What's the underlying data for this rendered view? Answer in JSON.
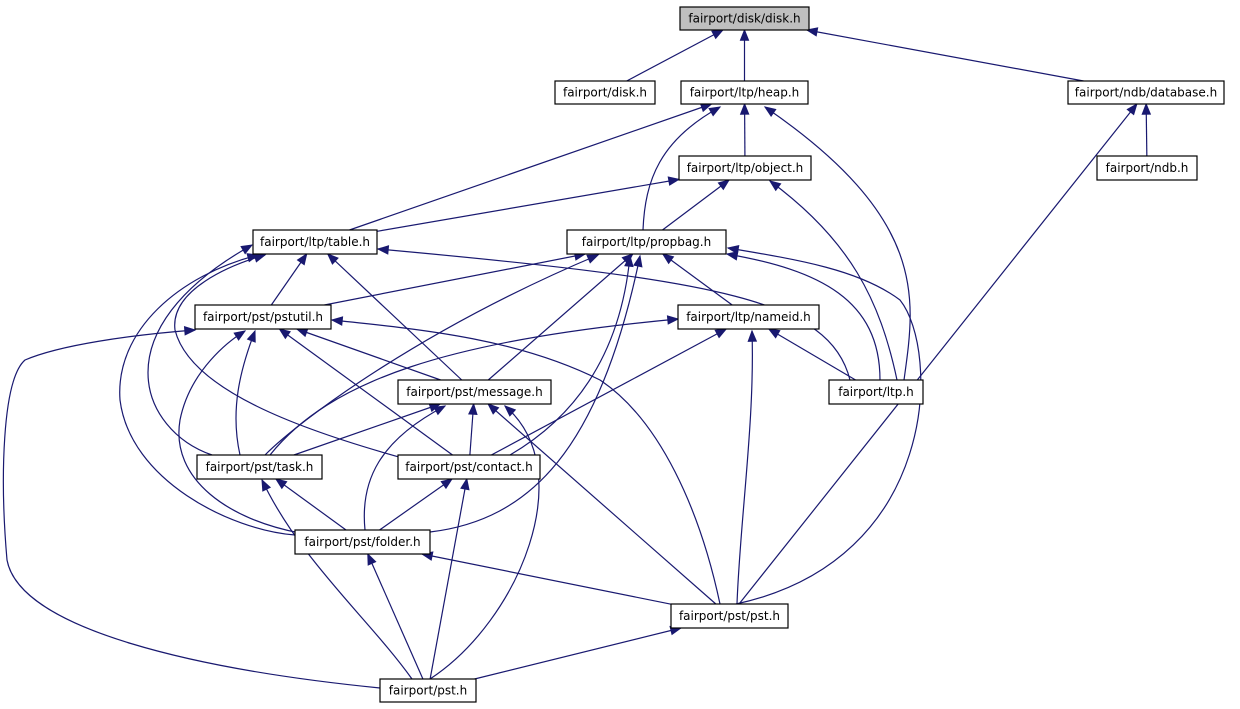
{
  "colors": {
    "edge": "#191970",
    "root_fill": "#bfbfbf",
    "node_fill": "#ffffff",
    "node_stroke": "#000000"
  },
  "nodes": [
    {
      "id": "disk_disk",
      "label": "fairport/disk/disk.h",
      "root": true
    },
    {
      "id": "disk",
      "label": "fairport/disk.h"
    },
    {
      "id": "heap",
      "label": "fairport/ltp/heap.h"
    },
    {
      "id": "database",
      "label": "fairport/ndb/database.h"
    },
    {
      "id": "object",
      "label": "fairport/ltp/object.h"
    },
    {
      "id": "ndb",
      "label": "fairport/ndb.h"
    },
    {
      "id": "table",
      "label": "fairport/ltp/table.h"
    },
    {
      "id": "propbag",
      "label": "fairport/ltp/propbag.h"
    },
    {
      "id": "pstutil",
      "label": "fairport/pst/pstutil.h"
    },
    {
      "id": "nameid",
      "label": "fairport/ltp/nameid.h"
    },
    {
      "id": "message",
      "label": "fairport/pst/message.h"
    },
    {
      "id": "ltp",
      "label": "fairport/ltp.h"
    },
    {
      "id": "task",
      "label": "fairport/pst/task.h"
    },
    {
      "id": "contact",
      "label": "fairport/pst/contact.h"
    },
    {
      "id": "folder",
      "label": "fairport/pst/folder.h"
    },
    {
      "id": "pst_pst",
      "label": "fairport/pst/pst.h"
    },
    {
      "id": "pst",
      "label": "fairport/pst.h"
    }
  ],
  "edges": [
    [
      "disk",
      "disk_disk"
    ],
    [
      "heap",
      "disk_disk"
    ],
    [
      "database",
      "disk_disk"
    ],
    [
      "object",
      "heap"
    ],
    [
      "table",
      "heap"
    ],
    [
      "propbag",
      "heap"
    ],
    [
      "ltp",
      "heap"
    ],
    [
      "ndb",
      "database"
    ],
    [
      "pst_pst",
      "database"
    ],
    [
      "table",
      "object"
    ],
    [
      "propbag",
      "object"
    ],
    [
      "ltp",
      "object"
    ],
    [
      "pstutil",
      "table"
    ],
    [
      "message",
      "table"
    ],
    [
      "task",
      "table"
    ],
    [
      "contact",
      "table"
    ],
    [
      "folder",
      "table"
    ],
    [
      "ltp",
      "table"
    ],
    [
      "pstutil",
      "propbag"
    ],
    [
      "nameid",
      "propbag"
    ],
    [
      "message",
      "propbag"
    ],
    [
      "task",
      "propbag"
    ],
    [
      "contact",
      "propbag"
    ],
    [
      "folder",
      "propbag"
    ],
    [
      "ltp",
      "propbag"
    ],
    [
      "pst_pst",
      "propbag"
    ],
    [
      "message",
      "pstutil"
    ],
    [
      "task",
      "pstutil"
    ],
    [
      "contact",
      "pstutil"
    ],
    [
      "folder",
      "pstutil"
    ],
    [
      "pst_pst",
      "pstutil"
    ],
    [
      "pst",
      "pstutil"
    ],
    [
      "ltp",
      "nameid"
    ],
    [
      "task",
      "nameid"
    ],
    [
      "contact",
      "nameid"
    ],
    [
      "pst_pst",
      "nameid"
    ],
    [
      "task",
      "message"
    ],
    [
      "contact",
      "message"
    ],
    [
      "folder",
      "message"
    ],
    [
      "pst_pst",
      "message"
    ],
    [
      "pst",
      "message"
    ],
    [
      "folder",
      "task"
    ],
    [
      "pst",
      "task"
    ],
    [
      "folder",
      "contact"
    ],
    [
      "pst",
      "contact"
    ],
    [
      "pst_pst",
      "folder"
    ],
    [
      "pst",
      "folder"
    ],
    [
      "pst",
      "pst_pst"
    ]
  ]
}
